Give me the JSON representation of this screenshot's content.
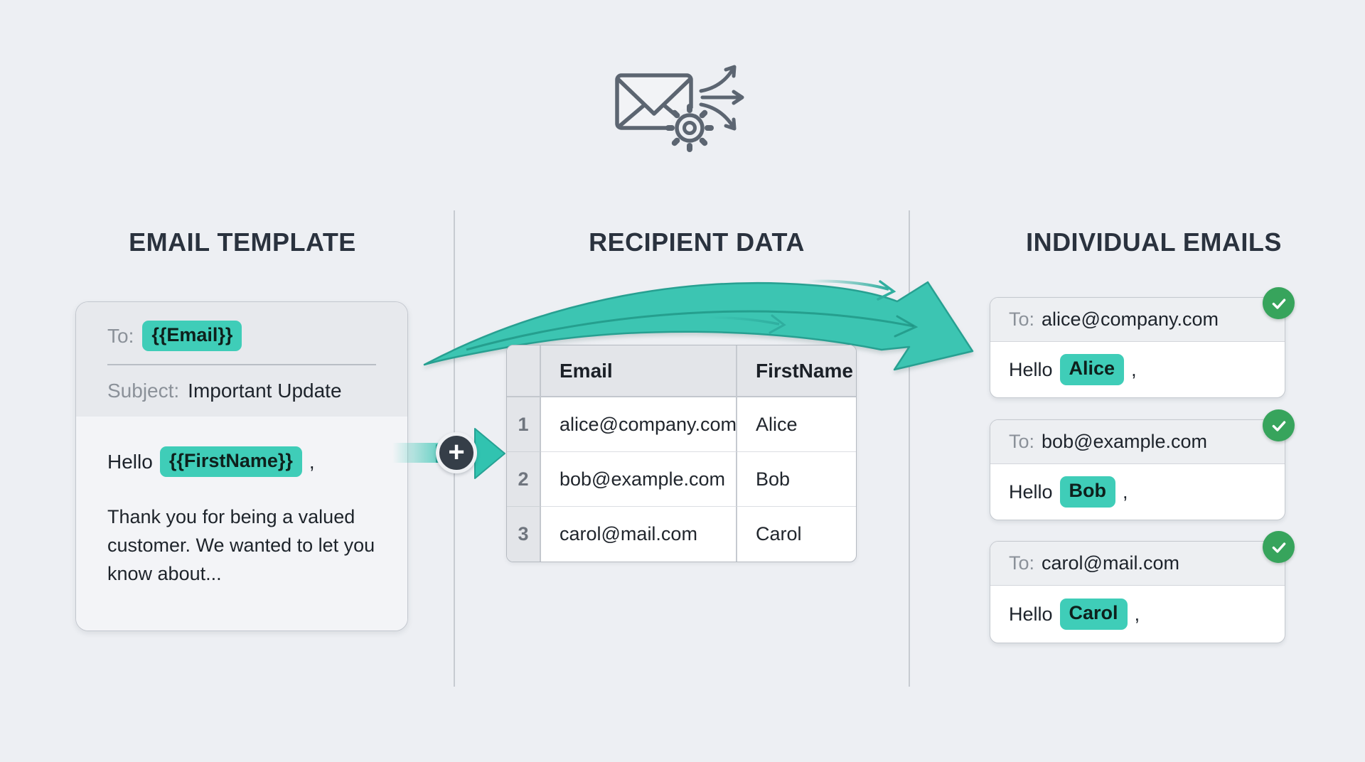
{
  "colors": {
    "background": "#edeff3",
    "accent_teal": "#3cc5b2",
    "accent_teal_dark": "#27a091",
    "chip_teal": "#3fcdb8",
    "success_green": "#37a45c",
    "plus_badge": "#353e48",
    "heading_text": "#2a323e",
    "label_gray": "#8b9199",
    "body_text": "#1d232b",
    "icon_gray": "#5c6571"
  },
  "connector": {
    "plus_label": "+"
  },
  "sections": {
    "template": {
      "heading": "EMAIL TEMPLATE",
      "card": {
        "to_label": "To:",
        "to_variable": "{{Email}}",
        "subject_label": "Subject:",
        "subject_value": "Important Update",
        "greeting_prefix": "Hello",
        "greeting_variable": "{{FirstName}}",
        "greeting_suffix": ",",
        "body_text": "Thank you for being a valued customer. We wanted to let you know about..."
      }
    },
    "recipients": {
      "heading": "RECIPIENT DATA",
      "table": {
        "row_number_header": "",
        "columns": [
          "Email",
          "FirstName"
        ],
        "rows": [
          {
            "num": "1",
            "email": "alice@company.com",
            "firstName": "Alice"
          },
          {
            "num": "2",
            "email": "bob@example.com",
            "firstName": "Bob"
          },
          {
            "num": "3",
            "email": "carol@mail.com",
            "firstName": "Carol"
          }
        ]
      }
    },
    "individual": {
      "heading": "INDIVIDUAL EMAILS",
      "emails": [
        {
          "to_label": "To:",
          "address": "alice@company.com",
          "greeting_prefix": "Hello",
          "name": "Alice",
          "greeting_suffix": ","
        },
        {
          "to_label": "To:",
          "address": "bob@example.com",
          "greeting_prefix": "Hello",
          "name": "Bob",
          "greeting_suffix": ","
        },
        {
          "to_label": "To:",
          "address": "carol@mail.com",
          "greeting_prefix": "Hello",
          "name": "Carol",
          "greeting_suffix": ","
        }
      ]
    }
  }
}
